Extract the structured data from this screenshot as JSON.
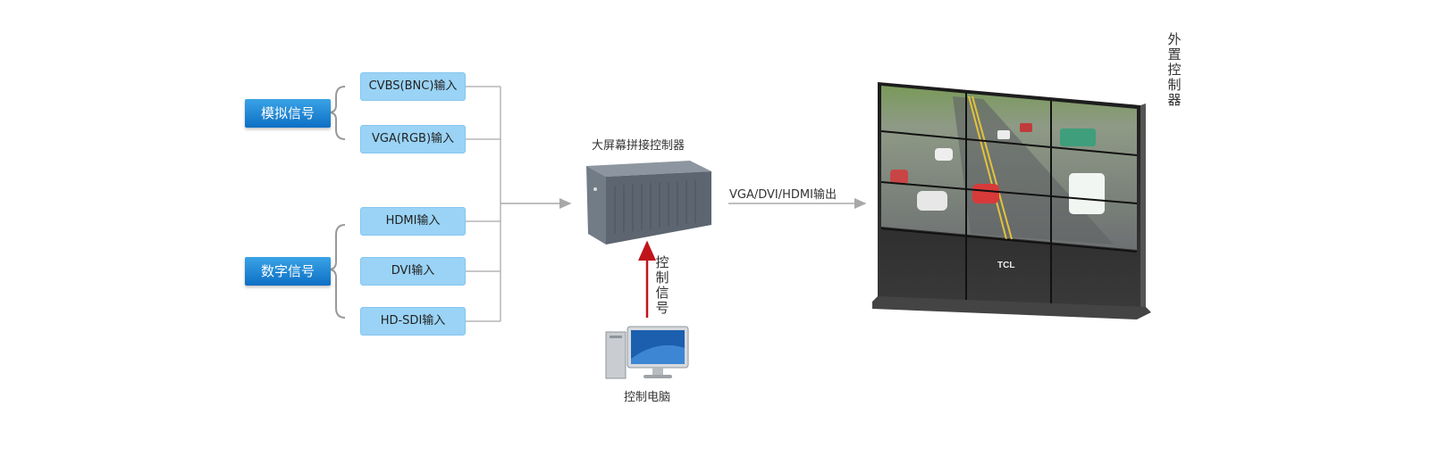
{
  "analog_group": {
    "label": "模拟信号",
    "inputs": [
      "CVBS(BNC)输入",
      "VGA(RGB)输入"
    ]
  },
  "digital_group": {
    "label": "数字信号",
    "inputs": [
      "HDMI输入",
      "DVI输入",
      "HD-SDI输入"
    ]
  },
  "controller": {
    "label": "大屏幕拼接控制器"
  },
  "output": {
    "label": "VGA/DVI/HDMI输出"
  },
  "control_signal": {
    "label": "控制信号"
  },
  "control_pc": {
    "label": "控制电脑"
  },
  "video_wall": {
    "brand": "TCL",
    "side_label": "外置控制器"
  },
  "colors": {
    "badge": "#1d86d6",
    "input_box": "#9ad3f5",
    "connector_line": "#b5b5b5",
    "control_arrow": "#c0141b"
  }
}
